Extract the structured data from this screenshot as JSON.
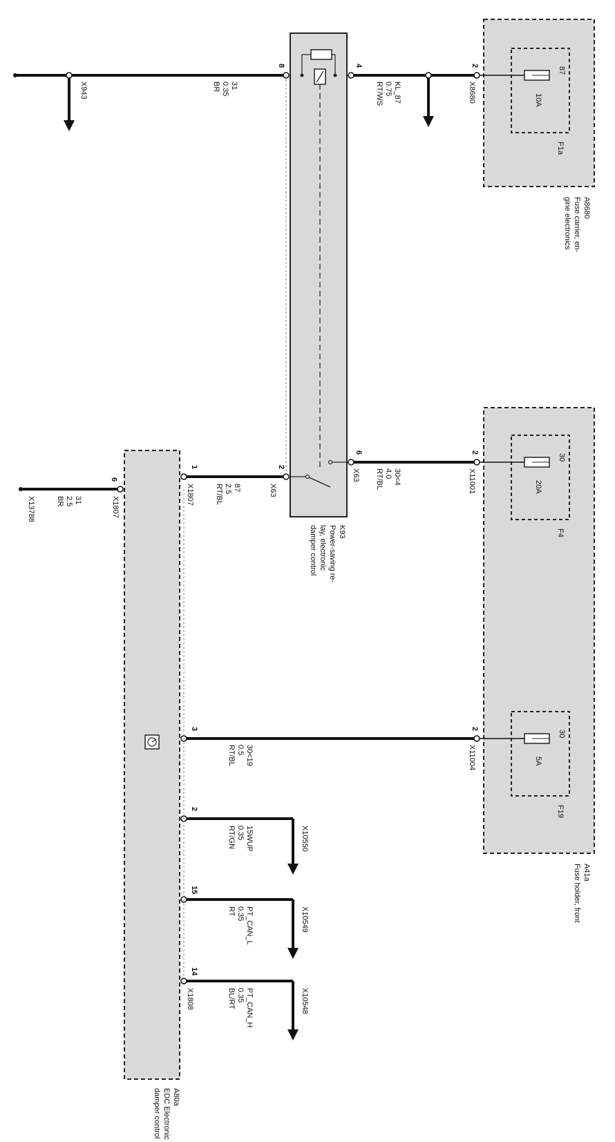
{
  "components": {
    "A8680": {
      "id": "A8680",
      "name": "Fuse carrier, engine electronics",
      "name_lines": [
        "Fuse carrier, en-",
        "gine electronics"
      ]
    },
    "A41a": {
      "id": "A41a",
      "name": "Fuse holder, front"
    },
    "A80a": {
      "id": "A80a",
      "name": "EDC Electronic damper control",
      "name_lines": [
        "EDC Electronic",
        "damper control"
      ]
    },
    "K93": {
      "id": "K93",
      "name": "Power-saving relay, electronic damper control",
      "name_lines": [
        "Power-saving re-",
        "lay, electronic",
        "damper control"
      ]
    }
  },
  "fuses": [
    {
      "id": "F1a",
      "rating": "10A",
      "terminal": "87",
      "pin": "2",
      "connector": "X8680"
    },
    {
      "id": "F4",
      "rating": "20A",
      "terminal": "30",
      "pin": "2",
      "connector": "X11001"
    },
    {
      "id": "F19",
      "rating": "5A",
      "terminal": "30",
      "pin": "2",
      "connector": "X11004"
    }
  ],
  "wires": {
    "w31top": {
      "signal": "31",
      "gauge": "0.35",
      "color": "BR"
    },
    "wKL87": {
      "signal": "KL_87",
      "gauge": "0.75",
      "color": "RT/WS"
    },
    "w30_4": {
      "signal": "30<4",
      "gauge": "4.0",
      "color": "RT/BL"
    },
    "w87": {
      "signal": "87",
      "gauge": "2.5",
      "color": "RT/BL"
    },
    "w31bot": {
      "signal": "31",
      "gauge": "2.5",
      "color": "BR"
    },
    "w30_19": {
      "signal": "30<19",
      "gauge": "0.5",
      "color": "RT/BL"
    },
    "w15": {
      "signal": "15WUP",
      "gauge": "0.35",
      "color": "RT/GN"
    },
    "wcanl": {
      "signal": "PT_CAN_L",
      "gauge": "0.35",
      "color": "RT"
    },
    "wcanh": {
      "signal": "PT_CAN_H",
      "gauge": "0.35",
      "color": "BL/RT"
    }
  },
  "connectors": {
    "X943": "X943",
    "X13788": "X13788",
    "X1807a": "X1807",
    "X1807b": "X1807",
    "X63a": "X63",
    "X63b": "X63",
    "X1808": "X1808",
    "X10550": "X10550",
    "X10549": "X10549",
    "X10548": "X10548"
  },
  "pins": {
    "k93_8": "8",
    "k93_4": "4",
    "k93_2": "2",
    "k93_6": "6",
    "a80_6": "6",
    "a80_1": "1",
    "a80_3": "3",
    "a80_2": "2",
    "a80_15": "15",
    "a80_14": "14"
  }
}
